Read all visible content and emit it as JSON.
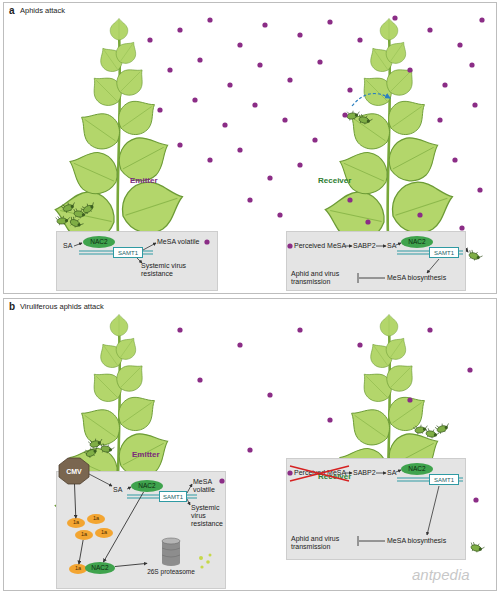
{
  "diagram": {
    "nodes": [
      {
        "text": [
          "a",
          "Aphids attack"
        ]
      },
      {
        "text": [
          "SA",
          "MeSA volatile",
          "Systemic virus resistance"
        ],
        "in": 0
      },
      {
        "text": [
          "NAC2"
        ],
        "in": 1
      },
      {
        "text": [
          "SAMT1"
        ],
        "in": 1
      },
      {
        "text": [
          "Perceived MeSA",
          "SABP2",
          "SA",
          "MeSA biosynthesis",
          "Aphid and virus transmission"
        ],
        "in": 0
      },
      {
        "text": [
          "NAC2"
        ],
        "in": 4
      },
      {
        "text": [
          "SAMT1"
        ],
        "in": 4
      },
      {
        "text": [
          "b",
          "Viruliferous aphids attack"
        ]
      },
      {
        "text": [
          "SA",
          "MeSA volatile",
          "Systemic virus resistance"
        ],
        "in": 7
      },
      {
        "text": [
          "CMV"
        ],
        "in": 8
      },
      {
        "text": [
          "NAC2"
        ],
        "in": 8
      },
      {
        "text": [
          "SAMT1"
        ],
        "in": 8
      },
      {
        "text": [
          "1a"
        ],
        "in": 8
      },
      {
        "text": [
          "1a"
        ],
        "in": 8
      },
      {
        "text": [
          "1a"
        ],
        "in": 8
      },
      {
        "text": [
          "1a"
        ],
        "in": 8
      },
      {
        "text": [
          "1a"
        ],
        "in": 8
      },
      {
        "text": [
          "NAC2"
        ],
        "in": 8
      },
      {
        "text": [
          "26S proteasome"
        ],
        "in": 8
      },
      {
        "text": [
          "Perceived MeSA",
          "SABP2",
          "SA",
          "Aphid and virus transmission",
          "MeSA biosynthesis"
        ],
        "in": 7
      },
      {
        "text": [
          "NAC2"
        ],
        "in": 19
      },
      {
        "text": [
          "SAMT1"
        ],
        "in": 19
      }
    ],
    "edges": [
      {
        "from": 9,
        "to": 12,
        "arrow": "to"
      },
      {
        "from": 14,
        "to": 16,
        "arrow": "to"
      },
      {
        "from": 10,
        "to": 17,
        "arrow": "to"
      },
      {
        "from": 17,
        "to": 18,
        "arrow": "to"
      }
    ],
    "labels": [
      "Emitter",
      "Receiver",
      "Emitter",
      "Receiver",
      "antpedia"
    ]
  }
}
